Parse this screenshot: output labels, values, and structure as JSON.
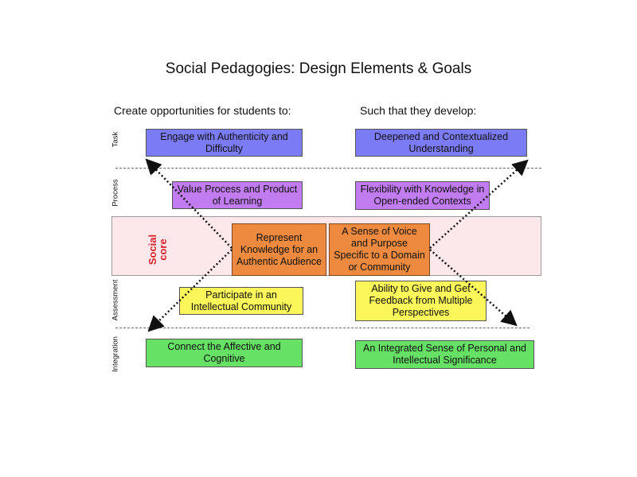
{
  "title": "Social Pedagogies: Design Elements & Goals",
  "left_heading": "Create opportunities for students to:",
  "right_heading": "Such that they develop:",
  "row_labels": {
    "task": "Task",
    "process": "Process",
    "social_core": [
      "Social",
      "core"
    ],
    "assessment": "Assessment",
    "integration": "Integration"
  },
  "elements": {
    "task": "Engage with Authenticity and Difficulty",
    "process": "Value Process and Product of Learning",
    "social_core": "Represent Knowledge for an Authentic Audience",
    "assessment": "Participate in an Intellectual Community",
    "integration": "Connect the Affective and Cognitive"
  },
  "goals": {
    "task": "Deepened and Contextualized Understanding",
    "process": "Flexibility with Knowledge in Open-ended Contexts",
    "social_core": "A Sense of Voice and Purpose Specific to a Domain or Community",
    "assessment": "Ability to Give and Get Feedback from Multiple Perspectives",
    "integration": "An Integrated Sense of Personal and Intellectual Significance"
  },
  "colors": {
    "task": "#7b7bf5",
    "process": "#c27cf2",
    "social_core": "#ed8a3f",
    "social_band": "#fce8ea",
    "assessment": "#fbf75a",
    "integration": "#66e166",
    "social_label": "#d61f2b"
  }
}
